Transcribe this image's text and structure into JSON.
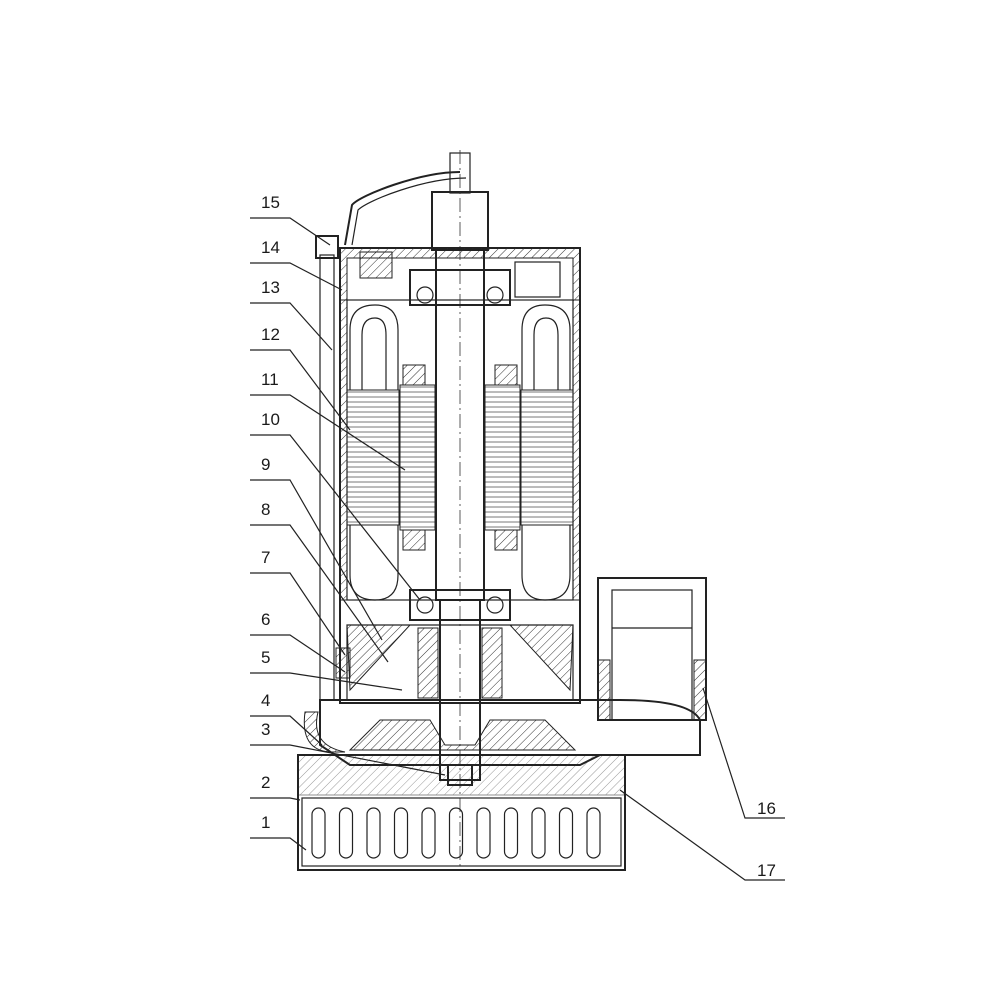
{
  "diagram": {
    "type": "submersible pump cross-section",
    "labels_left": [
      "15",
      "14",
      "13",
      "12",
      "11",
      "10",
      "9",
      "8",
      "7",
      "6",
      "5",
      "4",
      "3",
      "2",
      "1"
    ],
    "labels_right": [
      "16",
      "17"
    ]
  }
}
